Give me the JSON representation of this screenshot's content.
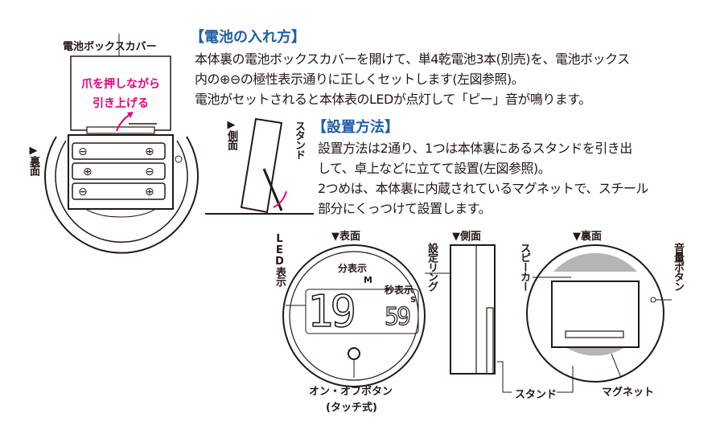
{
  "battery_section": {
    "title": "【電池の入れ方】",
    "lines": [
      "本体裏の電池ボックスカバーを開けて、単4乾電池3本(別売)を、電池ボックス",
      "内の⊕⊖の極性表示通りに正しくセットします(左図参照)。",
      "電池がセットされると本体表のLEDが点灯して「ピー」音が鳴ります。"
    ]
  },
  "setup_section": {
    "title": "【設置方法】",
    "lines": [
      "設置方法は2通り、1つは本体裏にあるスタンドを引き出",
      "して、卓上などに立てて設置(左図参照)。",
      "2つめは、本体裏に内蔵されているマグネットで、スチール",
      "部分にくっつけて設置します。"
    ]
  },
  "battery_diagram": {
    "cover_label": "電池ボックスカバー",
    "instruction_line1": "爪を押しながら",
    "instruction_line2": "引き上げる",
    "back_label": "▶裏面",
    "plus": "⊕",
    "minus": "⊖"
  },
  "stand_diagram": {
    "side_label": "▶側面",
    "stand_label": "スタンド"
  },
  "front_view": {
    "view_label": "▼表面",
    "led_label": "LED表示",
    "minute_label": "分表示",
    "minute_unit": "M",
    "second_label": "秒表示",
    "second_unit": "S",
    "minutes": "19",
    "seconds": "59",
    "button_label": "オン・オフボタン",
    "button_sub": "(タッチ式)",
    "ring_label": "設定リング"
  },
  "side_view": {
    "view_label": "▼側面",
    "stand_label": "スタンド"
  },
  "back_view": {
    "view_label": "▼裏面",
    "speaker_label": "スピーカー",
    "volume_label": "音量ボタン",
    "magnet_label": "マグネット"
  },
  "colors": {
    "heading": "#1f5fa6",
    "accent": "#e4007f"
  }
}
